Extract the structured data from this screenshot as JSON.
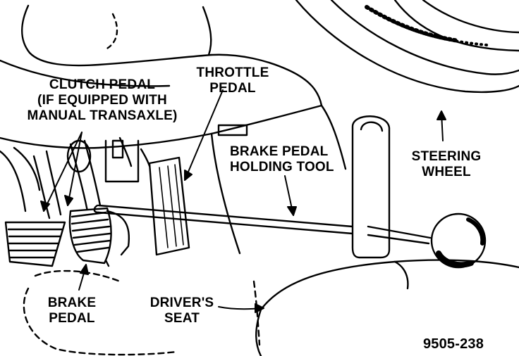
{
  "labels": {
    "clutch_pedal": [
      "CLUTCH PEDAL",
      "(IF EQUIPPED WITH",
      "MANUAL TRANSAXLE)"
    ],
    "throttle_pedal": [
      "THROTTLE",
      "PEDAL"
    ],
    "brake_pedal_holding_tool": [
      "BRAKE PEDAL",
      "HOLDING TOOL"
    ],
    "steering_wheel": [
      "STEERING",
      "WHEEL"
    ],
    "brake_pedal": [
      "BRAKE",
      "PEDAL"
    ],
    "drivers_seat": [
      "DRIVER'S",
      "SEAT"
    ],
    "figure_code": "9505-238"
  },
  "colors": {
    "ink": "#000000",
    "paper": "#ffffff"
  }
}
